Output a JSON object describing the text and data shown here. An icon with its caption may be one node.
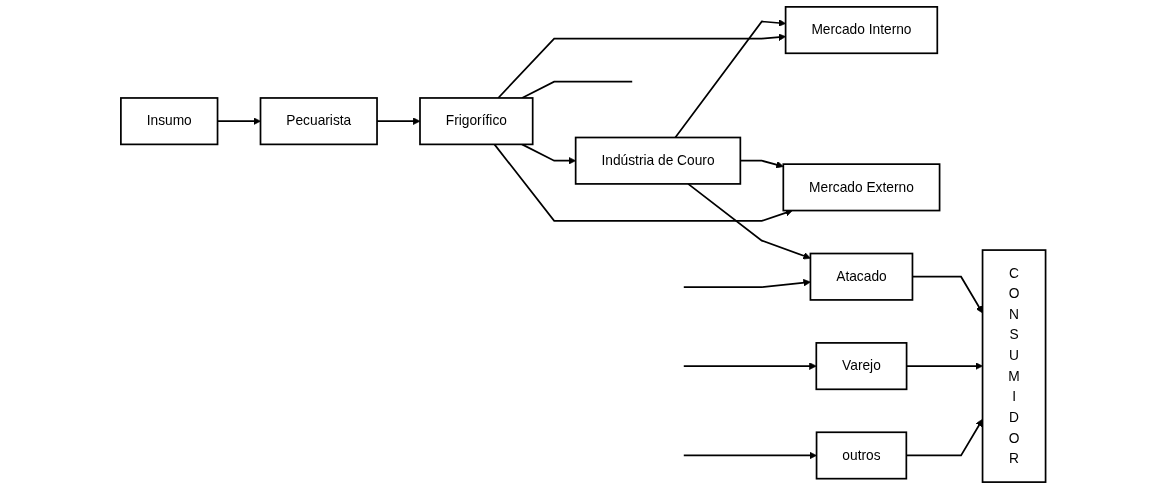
{
  "diagram": {
    "nodes": [
      {
        "text": [
          "Insumo"
        ]
      },
      {
        "text": [
          "Pecuarista"
        ]
      },
      {
        "text": [
          "Indústria de Couro"
        ]
      },
      {
        "text": [
          "Frigorífico"
        ]
      },
      {
        "text": [
          "Mercado Interno"
        ]
      },
      {
        "text": [
          "Mercado Externo"
        ]
      },
      {
        "text": [
          "Atacado"
        ]
      },
      {
        "text": [
          "Varejo"
        ]
      },
      {
        "text": [
          "outros"
        ]
      },
      {
        "text": [
          "C O N S U M I D O R"
        ]
      }
    ],
    "edges": [
      {
        "from": 0,
        "to": 1,
        "arrow": "to"
      },
      {
        "from": 1,
        "to": 3,
        "arrow": "to"
      },
      {
        "from": 3,
        "to": 2,
        "arrow": "to"
      },
      {
        "from": 2,
        "to": 6,
        "arrow": "to"
      },
      {
        "from": 2,
        "to": 4,
        "arrow": "to"
      },
      {
        "from": 2,
        "to": 5,
        "arrow": "to"
      },
      {
        "from": 3,
        "to": 4,
        "arrow": "to"
      },
      {
        "from": 3,
        "to": 5,
        "arrow": "to"
      },
      {
        "from": 3,
        "to": null,
        "arrow": "none"
      },
      {
        "from": null,
        "to": 6,
        "arrow": "to"
      },
      {
        "from": null,
        "to": 7,
        "arrow": "to"
      },
      {
        "from": null,
        "to": 8,
        "arrow": "to"
      },
      {
        "from": 6,
        "to": 9,
        "arrow": "to"
      },
      {
        "from": 7,
        "to": 9,
        "arrow": "to"
      },
      {
        "from": 8,
        "to": 9,
        "arrow": "to"
      }
    ]
  }
}
